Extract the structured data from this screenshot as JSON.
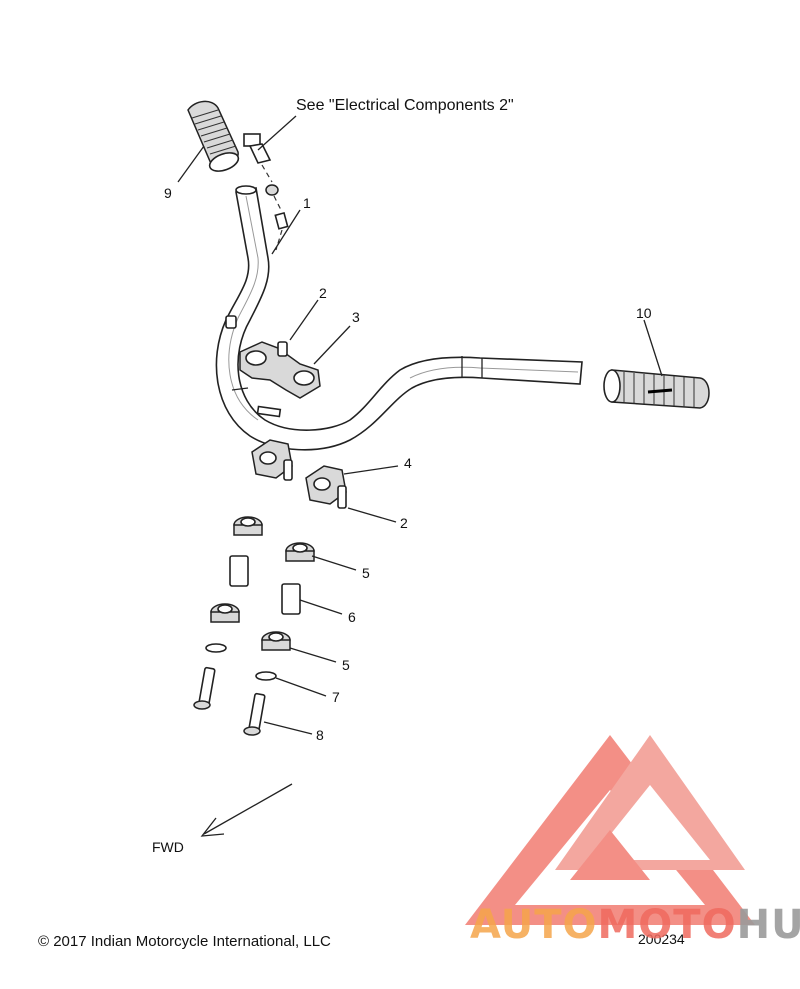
{
  "diagram": {
    "callout_note": "See \"Electrical Components 2\"",
    "callouts": [
      "9",
      "1",
      "2",
      "3",
      "10",
      "4",
      "2",
      "5",
      "6",
      "5",
      "7",
      "8"
    ],
    "direction_label": "FWD",
    "copyright": "© 2017 Indian Motorcycle International, LLC",
    "figure_id": "200234"
  },
  "watermark": {
    "text_part1": "AUTO",
    "text_part2": "MOTO",
    "text_part3": "HUB",
    "color_orange": "#f4a54a",
    "color_red": "#ef6a5e",
    "color_gray": "#9a9a9a"
  }
}
